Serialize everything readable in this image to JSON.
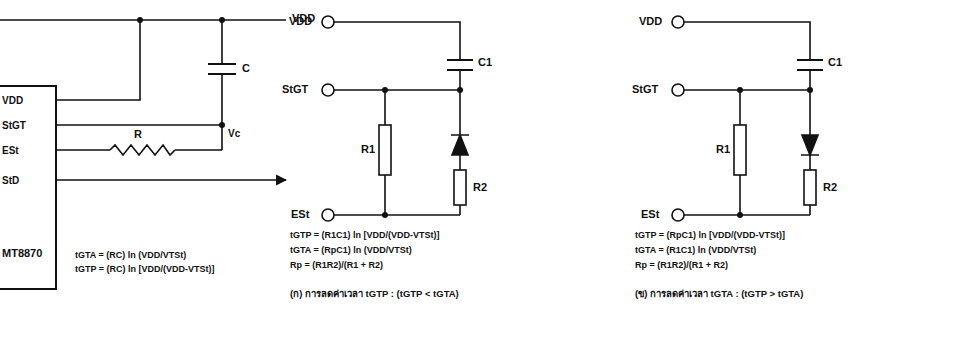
{
  "diagram": {
    "nodes": [
      {
        "text": [
          "VDD",
          "StGT",
          "ESt",
          "StD",
          "MT8870"
        ]
      }
    ],
    "labels": [
      "VDD",
      "C",
      "R",
      "Vc",
      "tGTA = (RC) ln (VDD/VTSt)",
      "tGTP = (RC) ln [VDD/(VDD-VTSt)]",
      "VDD",
      "StGT",
      "ESt",
      "C1",
      "R1",
      "R2",
      "tGTP = (R1C1) ln [VDD/(VDD-VTSt)]",
      "tGTA = (RpC1) ln (VDD/VTSt)",
      "Rp = (R1R2)/(R1 + R2)",
      "(ก) การลดค่าเวลา tGTP : (tGTP < tGTA)",
      "VDD",
      "StGT",
      "ESt",
      "C1",
      "R1",
      "R2",
      "tGTP = (RpC1) ln [VDD/(VDD-VTSt)]",
      "tGTA = (R1C1) ln (VDD/VTSt)",
      "Rp = (R1R2)/(R1 + R2)",
      "(ข) การลดค่าเวลา tGTA : (tGTP > tGTA)"
    ]
  }
}
